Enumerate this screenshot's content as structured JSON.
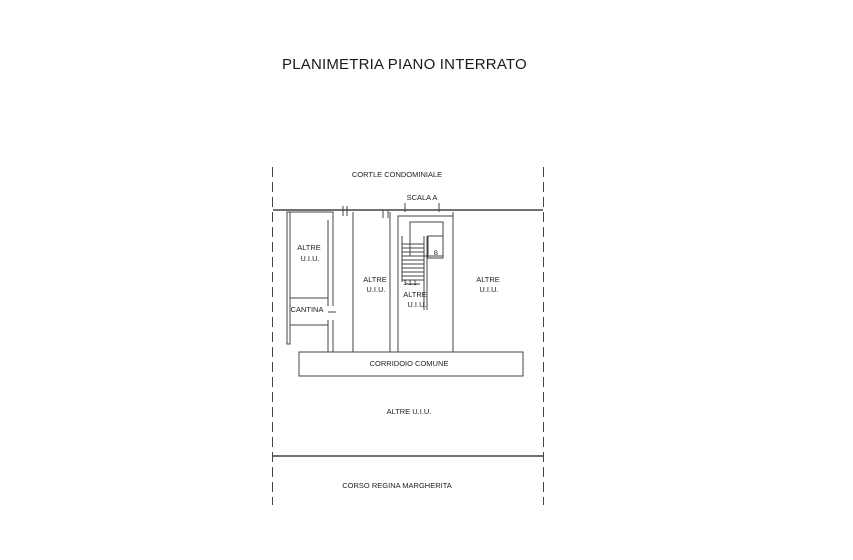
{
  "title": "PLANIMETRIA PIANO INTERRATO",
  "labels": {
    "courtyard": "CORTLE CONDOMINIALE",
    "stair": "SCALA A",
    "other_units_left_1": "ALTRE",
    "other_units_left_2": "U.I.U.",
    "cellar": "CANTINA",
    "other_units_mid_1": "ALTRE",
    "other_units_mid_2": "U.I.U.",
    "other_units_stair_1": "ALTRE",
    "other_units_stair_2": "U.I.U.",
    "other_units_right_1": "ALTRE",
    "other_units_right_2": "U.I.U.",
    "corridor": "CORRIDOIO COMUNE",
    "other_units_bottom": "ALTRE U.I.U.",
    "street": "CORSO REGINA MARGHERITA",
    "stair_mark": "B",
    "stair_small": "3 1 1"
  }
}
